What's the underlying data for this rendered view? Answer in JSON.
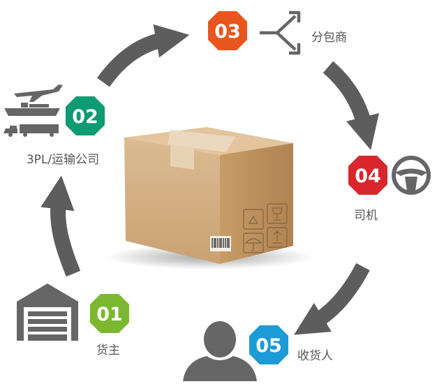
{
  "steps": [
    {
      "number": "01",
      "label": "货主",
      "color": "#7cb82f"
    },
    {
      "number": "02",
      "label": "3PL/运输公司",
      "color": "#0d9b73"
    },
    {
      "number": "03",
      "label": "分包商",
      "color": "#e8561e"
    },
    {
      "number": "04",
      "label": "司机",
      "color": "#d9262c"
    },
    {
      "number": "05",
      "label": "收货人",
      "color": "#1d9bd6"
    }
  ],
  "colors": {
    "arrow": "#5d5d5d",
    "icon": "#666666",
    "box_main": "#d2ae82",
    "box_side": "#bd925f",
    "box_top": "#e5c9a3",
    "tape": "#e9d6bd"
  },
  "icons": [
    "warehouse-icon",
    "airplane-icon",
    "ship-icon",
    "truck-icon",
    "split-arrow-icon",
    "steering-wheel-icon",
    "person-icon",
    "recycle-icon",
    "fragile-glass-icon",
    "umbrella-icon",
    "this-way-up-icon",
    "barcode-icon"
  ]
}
